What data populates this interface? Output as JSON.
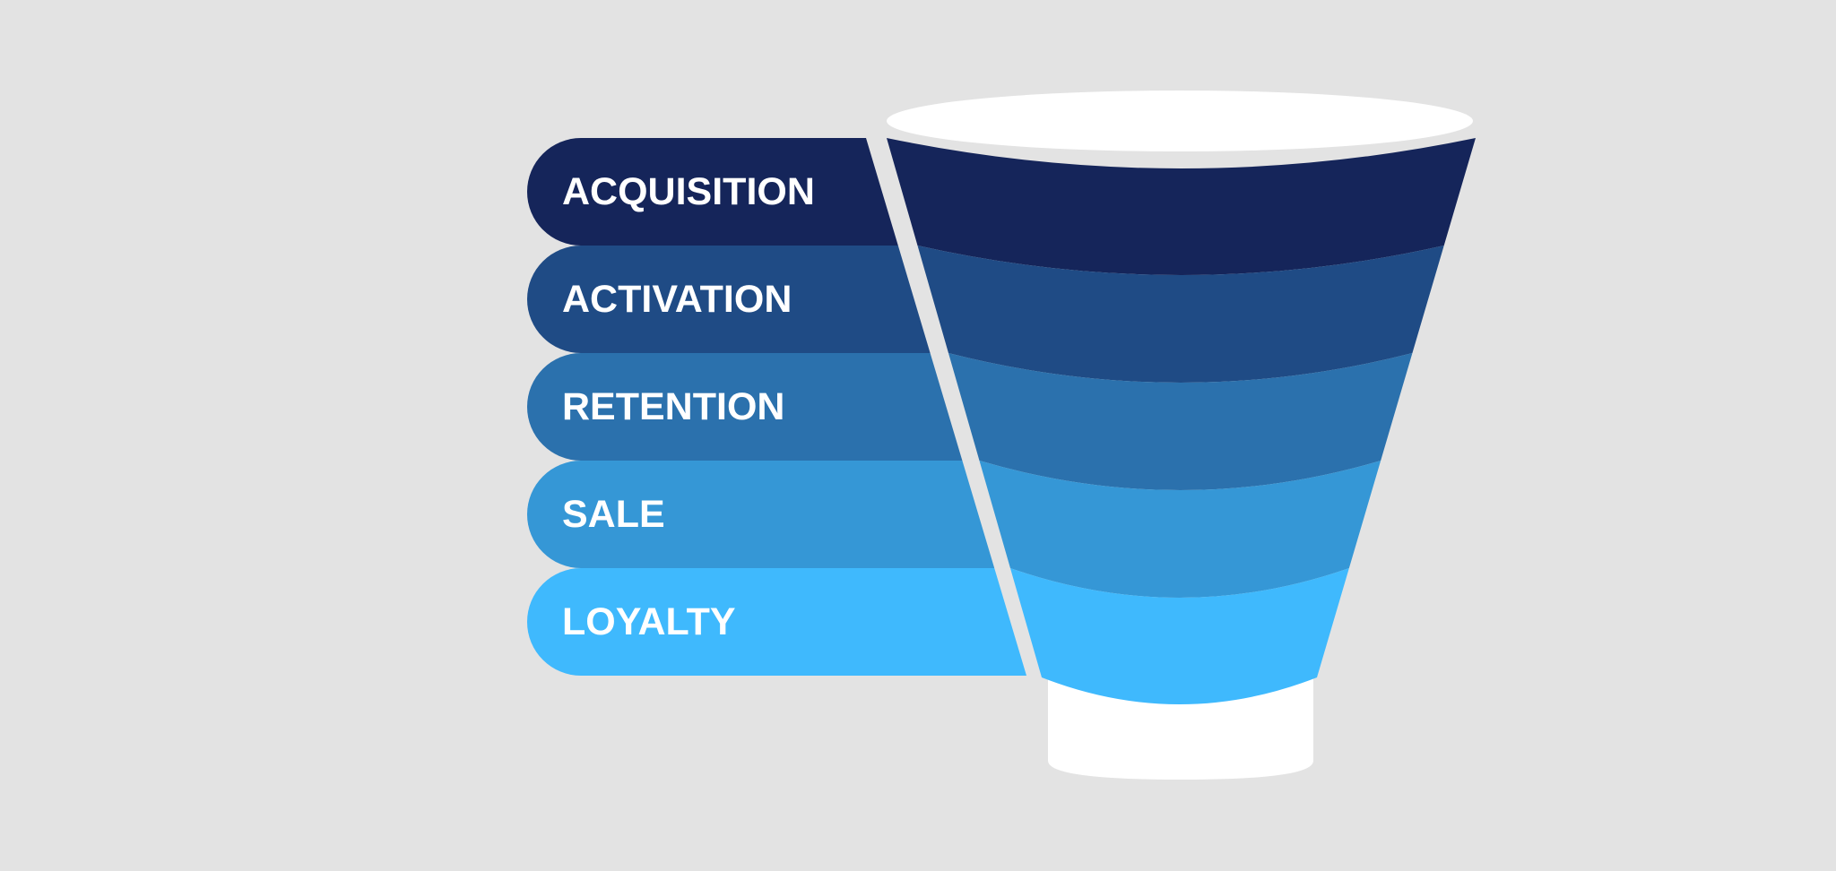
{
  "title": "Customer funnel",
  "stages": [
    {
      "label": "ACQUISITION",
      "color": "#15255a"
    },
    {
      "label": "ACTIVATION",
      "color": "#1f4b85"
    },
    {
      "label": "RETENTION",
      "color": "#2b71ad"
    },
    {
      "label": "SALE",
      "color": "#3597d6"
    },
    {
      "label": "LOYALTY",
      "color": "#3fb9fd"
    }
  ],
  "colors": {
    "background": "#e3e3e3",
    "funnel_rim": "#ffffff"
  }
}
